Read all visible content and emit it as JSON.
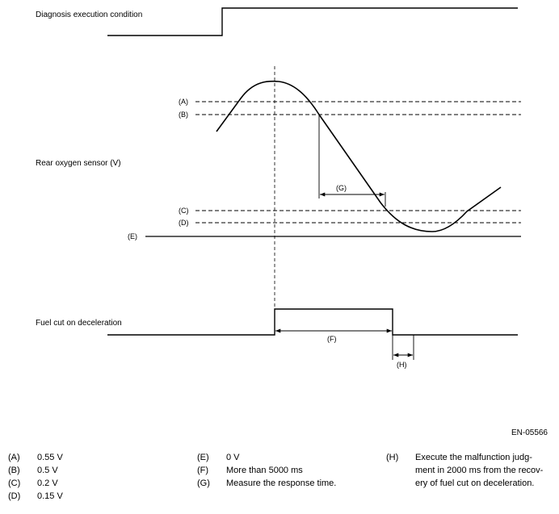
{
  "signals": {
    "diagnosis": "Diagnosis execution condition",
    "rear_o2": "Rear oxygen sensor (V)",
    "fuel_cut": "Fuel cut on deceleration"
  },
  "markers": {
    "a": "(A)",
    "b": "(B)",
    "c": "(C)",
    "d": "(D)",
    "e": "(E)",
    "f": "(F)",
    "g": "(G)",
    "h": "(H)"
  },
  "figure_code": "EN-05566",
  "legend": {
    "col1": [
      {
        "key": "(A)",
        "text": "0.55 V"
      },
      {
        "key": "(B)",
        "text": "0.5 V"
      },
      {
        "key": "(C)",
        "text": "0.2 V"
      },
      {
        "key": "(D)",
        "text": "0.15 V"
      }
    ],
    "col2": [
      {
        "key": "(E)",
        "text": "0 V"
      },
      {
        "key": "(F)",
        "text": "More than 5000 ms"
      },
      {
        "key": "(G)",
        "text": "Measure the response time."
      }
    ],
    "col3": [
      {
        "key": "(H)",
        "text": "Execute the malfunction judg-ment in 2000 ms from the recov-ery of fuel cut on deceleration."
      }
    ]
  }
}
